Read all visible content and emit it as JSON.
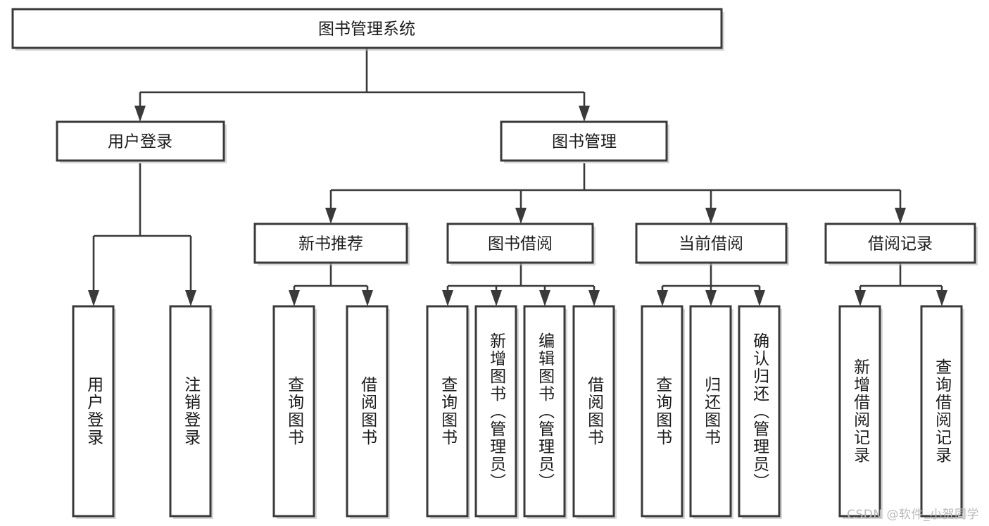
{
  "diagram": {
    "type": "tree-hierarchy",
    "title": "图书管理系统",
    "watermark": "CSDN @软件_小贺同学",
    "colors": {
      "box_stroke": "#3a3a3a",
      "box_fill": "#ffffff",
      "connector": "#3a3a3a",
      "text": "#1c1c1c",
      "watermark": "#b9b9b9",
      "background": "#ffffff"
    },
    "levels": {
      "root": {
        "label": "图书管理系统"
      },
      "level2": [
        {
          "label": "用户登录"
        },
        {
          "label": "图书管理"
        }
      ],
      "level3": [
        {
          "label": "新书推荐"
        },
        {
          "label": "图书借阅"
        },
        {
          "label": "当前借阅"
        },
        {
          "label": "借阅记录"
        }
      ],
      "leaves": {
        "user_login": [
          {
            "label": "用户登录"
          },
          {
            "label": "注销登录"
          }
        ],
        "new_book_recommend": [
          {
            "label": "查询图书"
          },
          {
            "label": "借阅图书"
          }
        ],
        "book_borrow": [
          {
            "label": "查询图书"
          },
          {
            "label": "新增图书（管理员）"
          },
          {
            "label": "编辑图书（管理员）"
          },
          {
            "label": "借阅图书"
          }
        ],
        "current_borrow": [
          {
            "label": "查询图书"
          },
          {
            "label": "归还图书"
          },
          {
            "label": "确认归还（管理员）"
          }
        ],
        "borrow_records": [
          {
            "label": "新增借阅记录"
          },
          {
            "label": "查询借阅记录"
          }
        ]
      }
    }
  }
}
